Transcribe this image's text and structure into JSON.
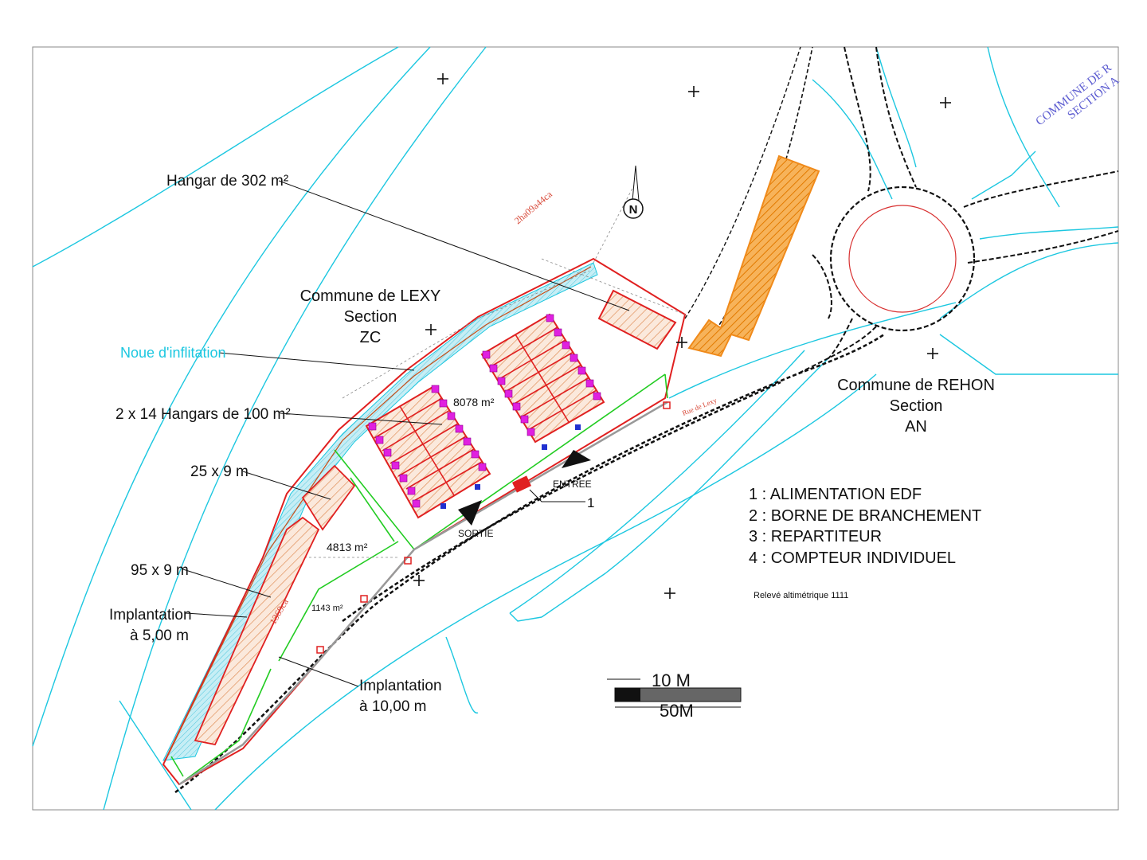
{
  "annotations": {
    "hangar_302": "Hangar de 302 m²",
    "noue": "Noue d'inflitation",
    "hangars_100": "2 x 14 Hangars de 100 m²",
    "size_25x9": "25 x 9 m",
    "size_95x9": "95 x 9 m",
    "implantation_5_line1": "Implantation",
    "implantation_5_line2": "à 5,00 m",
    "implantation_10_line1": "Implantation",
    "implantation_10_line2": "à 10,00 m"
  },
  "communes": {
    "lexy_line1": "Commune de LEXY",
    "lexy_line2": "Section",
    "lexy_line3": "ZC",
    "rehon_line1": "Commune de REHON",
    "rehon_line2": "Section",
    "rehon_line3": "AN",
    "corner_line1": "COMMUNE DE R",
    "corner_line2": "SECTION A"
  },
  "areas": {
    "area1": "8078 m²",
    "area2": "4813 m²",
    "area3": "1143 m²",
    "parcel_red_1": "2ha09a44ca",
    "parcel_red_2": "1369ca"
  },
  "site": {
    "entree": "ENTREE",
    "sortie": "SORTIE",
    "marker_1": "1",
    "road_name": "Rue de Lexy",
    "north": "N"
  },
  "legend": {
    "items": [
      "1 : ALIMENTATION EDF",
      "2 : BORNE DE BRANCHEMENT",
      "3 : REPARTITEUR",
      "4 : COMPTEUR INDIVIDUEL"
    ],
    "releve": "Relevé altimétrique 1111"
  },
  "scale": {
    "label_10": "10 M",
    "label_50": "50M"
  },
  "colors": {
    "cyan": "#1cc7e0",
    "red": "#e02020",
    "orange": "#f08a1a",
    "green": "#22cc22",
    "magenta": "#e020e0",
    "hatch": "#f3d2b8"
  }
}
